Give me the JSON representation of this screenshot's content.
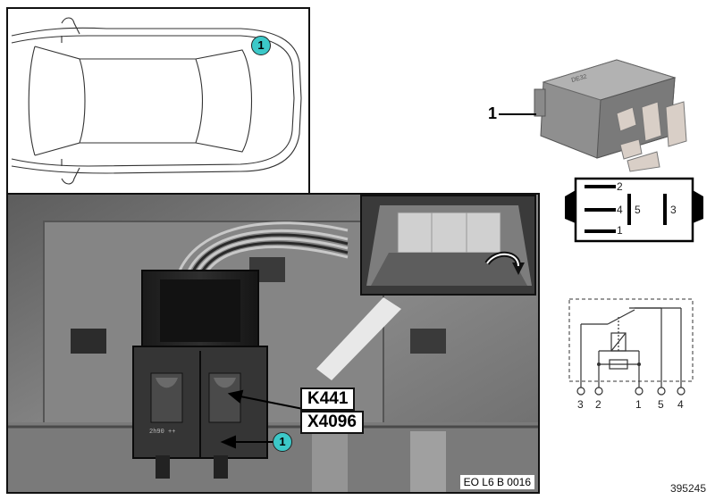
{
  "car_diagram": {
    "callout": "1"
  },
  "photo": {
    "labels": [
      "K441",
      "X4096"
    ],
    "callout": "1",
    "caption": "EO L6 B 0016",
    "connector_text": "2h90 ++"
  },
  "relay": {
    "part_label": "1",
    "pins": [
      {
        "number": "2"
      },
      {
        "number": "4"
      },
      {
        "number": "1"
      },
      {
        "number": "5"
      },
      {
        "number": "3"
      }
    ]
  },
  "schematic": {
    "pins": [
      "3",
      "2",
      "1",
      "5",
      "4"
    ]
  },
  "footer": {
    "diagram_number": "395245"
  }
}
